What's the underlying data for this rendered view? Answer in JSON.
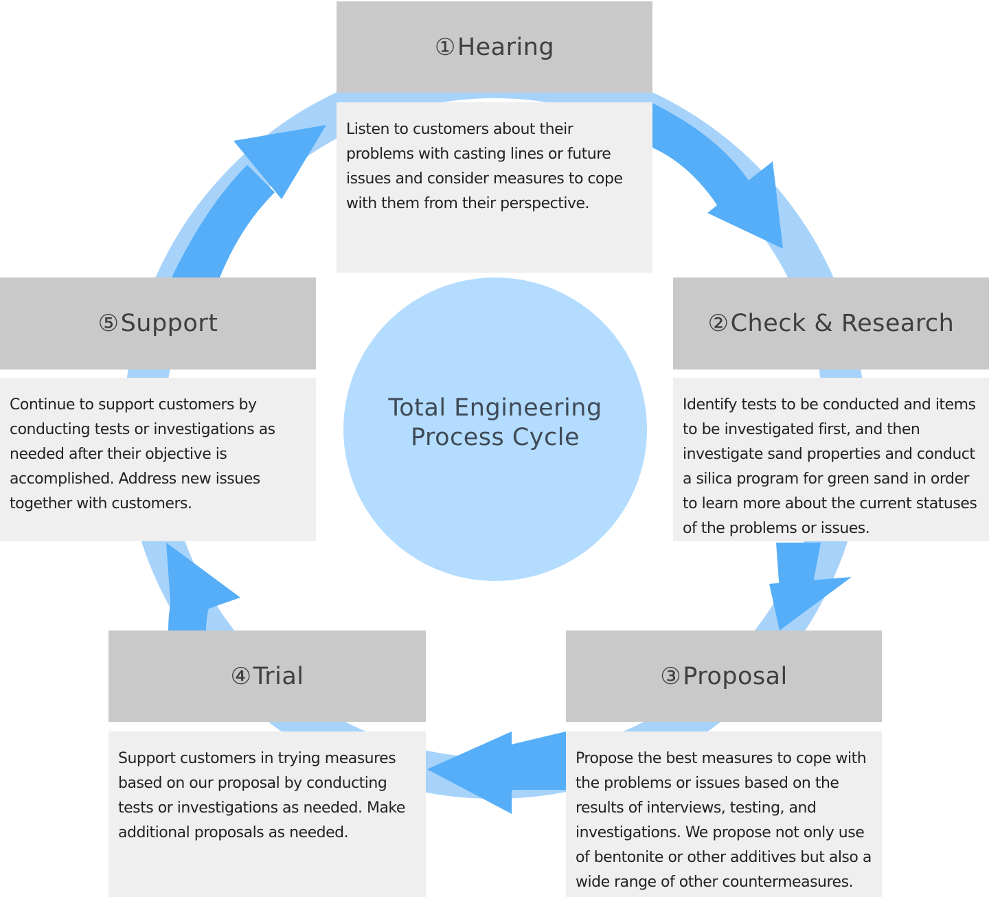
{
  "diagram": {
    "center_title": "Total Engineering\nProcess Cycle",
    "colors": {
      "ring": "#a7d3fb",
      "arrow": "#55aef7",
      "center": "#b3dcff",
      "header_bg": "#c9c9c9",
      "body_bg": "#efefef"
    },
    "steps": [
      {
        "number": "①",
        "title": "Hearing",
        "description": "Listen to customers about their problems with casting lines or future issues and consider measures to cope with them from their perspective."
      },
      {
        "number": "②",
        "title": "Check & Research",
        "description": "Identify tests to be conducted and items to be investigated first, and then investigate sand properties and conduct a silica program for green sand in order to learn more about the current statuses of the problems or issues."
      },
      {
        "number": "③",
        "title": "Proposal",
        "description": "Propose the best measures to cope with the problems or issues based on the results of interviews, testing, and investigations. We propose not only use of bentonite or other additives but also a wide range of other countermeasures."
      },
      {
        "number": "④",
        "title": "Trial",
        "description": "Support customers in trying measures based on our proposal by conducting tests or investigations as needed. Make additional proposals as needed."
      },
      {
        "number": "⑤",
        "title": "Support",
        "description": "Continue to support customers by conducting tests or investigations as needed after their objective is accomplished. Address new issues together with customers."
      }
    ]
  }
}
